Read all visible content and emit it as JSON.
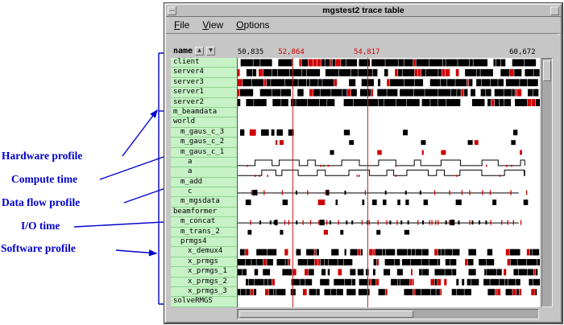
{
  "window": {
    "title": "mgstest2 trace table"
  },
  "menu": {
    "items": [
      "File",
      "View",
      "Options"
    ]
  },
  "header": {
    "name_label": "name",
    "sort_up_glyph": "▲",
    "sort_down_glyph": "▼"
  },
  "ruler": {
    "ticks": [
      {
        "label": "50,835",
        "color": "#000000",
        "frac": 0.002,
        "align": "left"
      },
      {
        "label": "52,864",
        "color": "#cc0000",
        "frac": 0.18,
        "align": "center"
      },
      {
        "label": "54,817",
        "color": "#cc0000",
        "frac": 0.43,
        "align": "center"
      },
      {
        "label": "60,672",
        "color": "#000000",
        "frac": 0.945,
        "align": "center"
      }
    ],
    "gridline_fracs": [
      0.18,
      0.43
    ],
    "gridline_color": "#cc2222"
  },
  "rows": [
    {
      "label": "client",
      "indent": 0,
      "kind": "dense"
    },
    {
      "label": "server4",
      "indent": 0,
      "kind": "dense"
    },
    {
      "label": "server3",
      "indent": 0,
      "kind": "dense"
    },
    {
      "label": "server1",
      "indent": 0,
      "kind": "dense"
    },
    {
      "label": "server2",
      "indent": 0,
      "kind": "dense"
    },
    {
      "label": "m_beamdata",
      "indent": 0,
      "kind": "empty"
    },
    {
      "label": "world",
      "indent": 0,
      "kind": "empty"
    },
    {
      "label": "m_gaus_c_3",
      "indent": 1,
      "kind": "sparseleft"
    },
    {
      "label": "m_gaus_c_2",
      "indent": 1,
      "kind": "sparse2"
    },
    {
      "label": "m_gaus_c_1",
      "indent": 1,
      "kind": "sparse2"
    },
    {
      "label": "a",
      "indent": 2,
      "kind": "wave"
    },
    {
      "label": "a",
      "indent": 2,
      "kind": "wave"
    },
    {
      "label": "m_add",
      "indent": 1,
      "kind": "empty"
    },
    {
      "label": "c",
      "indent": 2,
      "kind": "tickline"
    },
    {
      "label": "m_mgsdata",
      "indent": 1,
      "kind": "sparse"
    },
    {
      "label": "beamformer",
      "indent": 0,
      "kind": "empty"
    },
    {
      "label": "m_concat",
      "indent": 1,
      "kind": "tickdense"
    },
    {
      "label": "m_trans_2",
      "indent": 1,
      "kind": "sparse2"
    },
    {
      "label": "prmgs4",
      "indent": 1,
      "kind": "empty"
    },
    {
      "label": "x_demux4",
      "indent": 2,
      "kind": "mdense"
    },
    {
      "label": "x_prmgs",
      "indent": 2,
      "kind": "mdense"
    },
    {
      "label": "x_prmgs_1",
      "indent": 2,
      "kind": "mdense"
    },
    {
      "label": "x_prmgs_2",
      "indent": 2,
      "kind": "mdense"
    },
    {
      "label": "x_prmgs_3",
      "indent": 2,
      "kind": "mdense"
    },
    {
      "label": "solveRMGS",
      "indent": 0,
      "kind": "empty"
    }
  ],
  "annotations": [
    {
      "label": "Hardware profile"
    },
    {
      "label": "Compute time"
    },
    {
      "label": "Data flow profile"
    },
    {
      "label": "I/O time"
    },
    {
      "label": "Software profile"
    }
  ],
  "colors": {
    "annotation": "#0000cc",
    "row_name_bg": "#c6f2c6",
    "bar": "#000000",
    "accent": "#cc0000",
    "chrome": "#c6c6c6"
  }
}
